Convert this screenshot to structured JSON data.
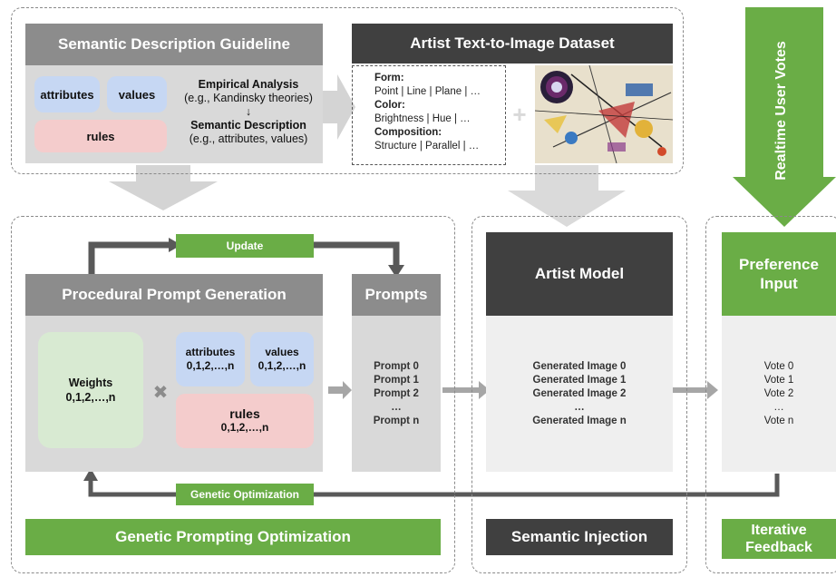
{
  "top": {
    "guideline_title": "Semantic Description Guideline",
    "attributes": "attributes",
    "values": "values",
    "rules": "rules",
    "empirical_title": "Empirical Analysis",
    "empirical_sub": "(e.g., Kandinsky theories)",
    "down_arrow": "↓",
    "semantic_title": "Semantic Description",
    "semantic_sub": "(e.g., attributes, values)",
    "dataset_title": "Artist Text-to-Image Dataset",
    "form_label": "Form:",
    "form_values": "Point | Line | Plane | …",
    "color_label": "Color:",
    "color_values": "Brightness | Hue | …",
    "composition_label": "Composition:",
    "composition_values": "Structure | Parallel | …"
  },
  "votes_label": "Realtime User Votes",
  "left": {
    "update": "Update",
    "procedural_title": "Procedural Prompt Generation",
    "weights_label": "Weights",
    "weights_range": "0,1,2,…,n",
    "attributes_label": "attributes",
    "attributes_range": "0,1,2,…,n",
    "values_label": "values",
    "values_range": "0,1,2,…,n",
    "rules_label": "rules",
    "rules_range": "0,1,2,…,n",
    "times": "✖",
    "prompts_title": "Prompts",
    "prompts": [
      "Prompt 0",
      "Prompt 1",
      "Prompt 2",
      "…",
      "Prompt n"
    ],
    "genetic_opt": "Genetic Optimization",
    "footer": "Genetic Prompting Optimization"
  },
  "middle": {
    "artist_title": "Artist Model",
    "images": [
      "Generated Image 0",
      "Generated Image 1",
      "Generated Image 2",
      "…",
      "Generated Image n"
    ],
    "footer": "Semantic Injection"
  },
  "right": {
    "pref_title": "Preference Input",
    "votes": [
      "Vote  0",
      "Vote 1",
      "Vote 2",
      "…",
      "Vote n"
    ],
    "footer": "Iterative Feedback"
  },
  "colors": {
    "green": "#6aad46",
    "dark": "#404040",
    "gray_header": "#8c8c8c",
    "blue_chip": "#c6d7f3",
    "pink_chip": "#f4cccc",
    "green_chip": "#d8ead2"
  }
}
